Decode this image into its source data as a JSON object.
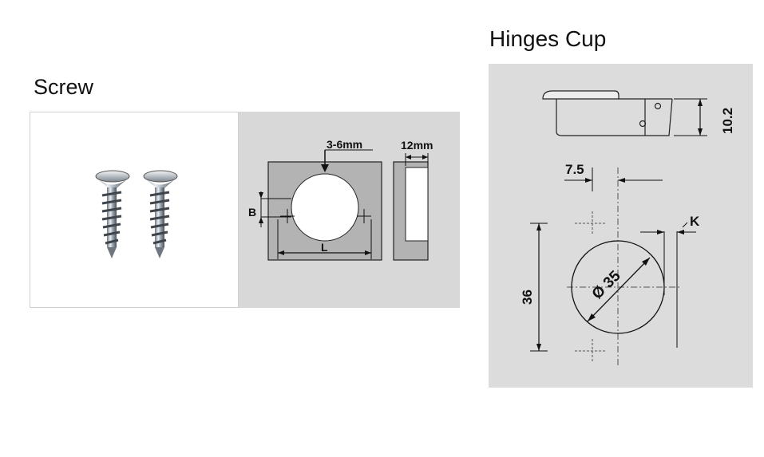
{
  "screw": {
    "title": "Screw",
    "drill_depth_label": "3-6mm",
    "width_label": "12mm",
    "b_label": "B",
    "l_label": "L"
  },
  "hinge_cup": {
    "title": "Hinges Cup",
    "height_label": "10.2",
    "offset_label": "7.5",
    "k_label": "K",
    "spacing_label": "36",
    "diameter_label": "Ø 35"
  },
  "colors": {
    "panel_gray": "#d8d8d8",
    "board_gray": "#b3b3b3",
    "line": "#111111"
  }
}
